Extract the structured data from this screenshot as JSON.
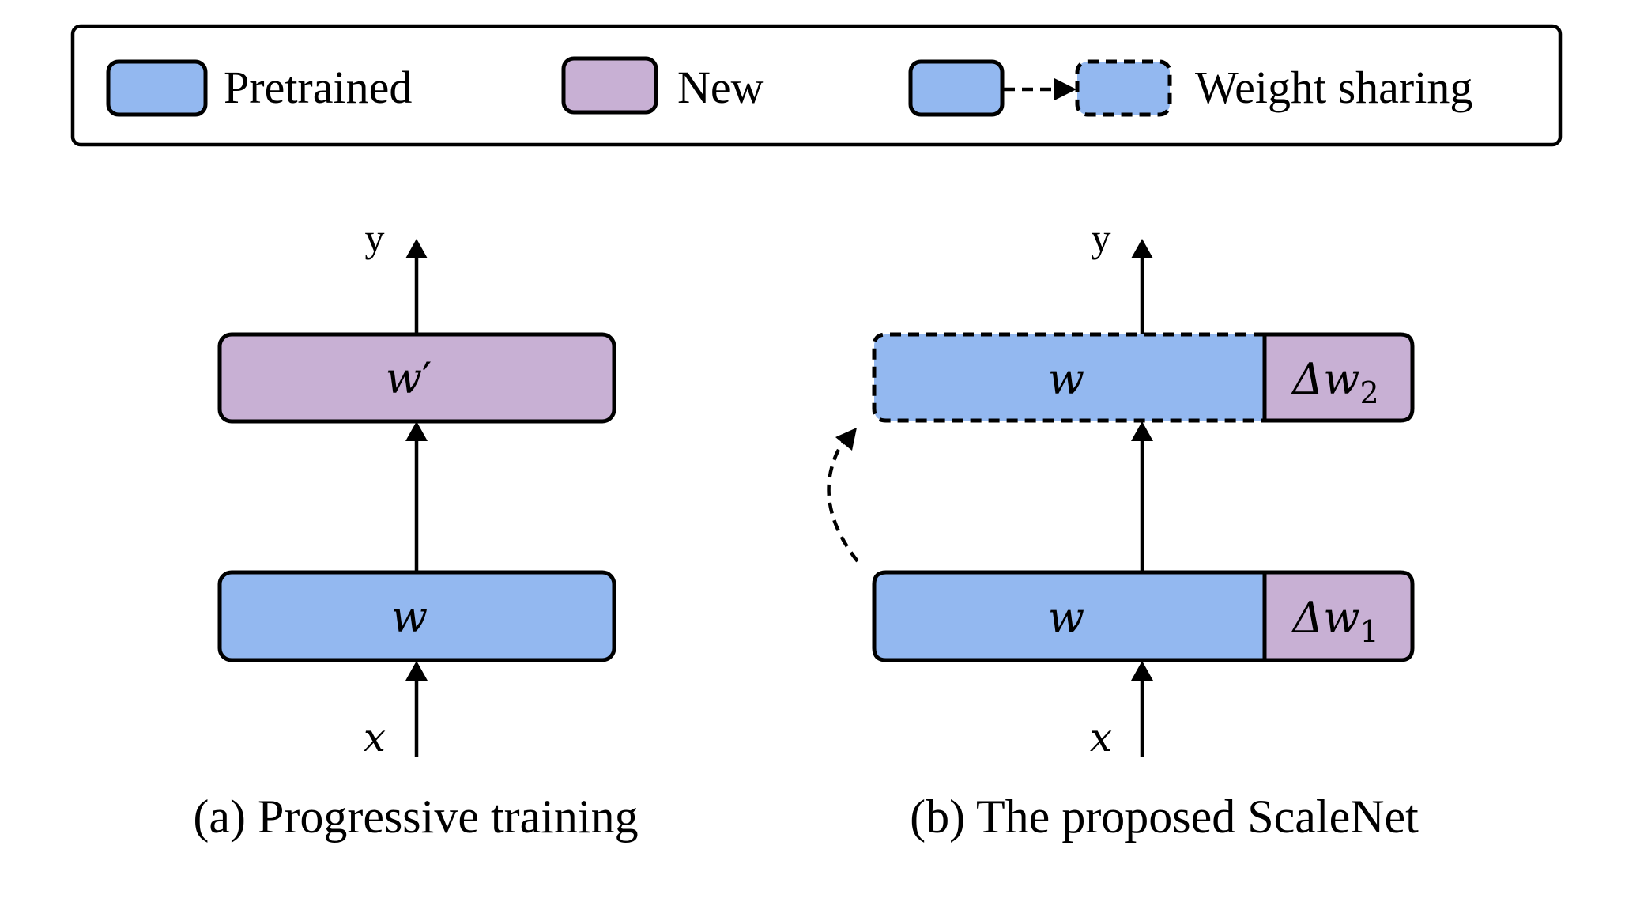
{
  "colors": {
    "pretrained": "#93B8F0",
    "new": "#C8B0D4",
    "stroke": "#000000",
    "background": "#FFFFFF"
  },
  "legend": {
    "items": [
      {
        "label": "Pretrained",
        "kind": "pretrained-swatch"
      },
      {
        "label": "New",
        "kind": "new-swatch"
      },
      {
        "label": "Weight sharing",
        "kind": "weight-sharing-swatch"
      }
    ]
  },
  "panel_a": {
    "caption": "(a) Progressive training",
    "input_label": "x",
    "output_label": "y",
    "top_block": {
      "label": "w",
      "prime": "′",
      "type": "new"
    },
    "bottom_block": {
      "label": "w",
      "type": "pretrained"
    }
  },
  "panel_b": {
    "caption": "(b) The proposed ScaleNet",
    "input_label": "x",
    "output_label": "y",
    "top_block": {
      "shared_label": "w",
      "shared_type": "pretrained-shared",
      "delta_label": "Δw",
      "delta_subscript": "2",
      "delta_type": "new"
    },
    "bottom_block": {
      "shared_label": "w",
      "shared_type": "pretrained",
      "delta_label": "Δw",
      "delta_subscript": "1",
      "delta_type": "new"
    },
    "sharing_arrow": "weight-sharing (dashed, from bottom block to top block)"
  }
}
